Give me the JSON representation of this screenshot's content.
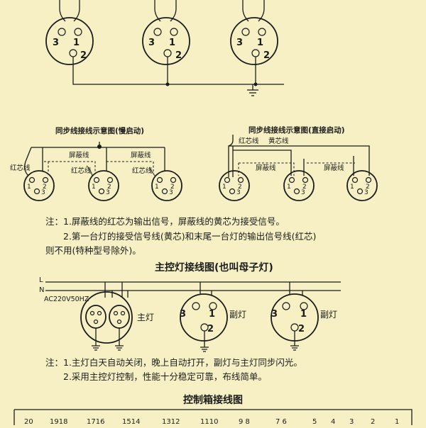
{
  "top_diagram": {
    "connectors": [
      {
        "pin_left": "3",
        "pin_right": "1",
        "pin_bottom": "2"
      },
      {
        "pin_left": "3",
        "pin_right": "1",
        "pin_bottom": "2"
      },
      {
        "pin_left": "3",
        "pin_right": "1",
        "pin_bottom": "2"
      }
    ]
  },
  "sync_slow": {
    "title": "同步线接线示意图(慢启动)",
    "label_red": "红芯线",
    "label_shield": "屏蔽线",
    "label_red2": "红芯线",
    "label_shield2": "屏蔽线",
    "label_red3": "红芯线",
    "pins": [
      "1",
      "2",
      "3"
    ]
  },
  "sync_direct": {
    "title": "同步线接线示意图(直接启动)",
    "label_red": "红芯线",
    "label_yellow": "黄芯线",
    "label_shield": "屏蔽线",
    "label_shield2": "屏蔽线",
    "pins": [
      "1",
      "2",
      "3"
    ]
  },
  "notes1": {
    "line1": "注：1.屏蔽线的红芯为输出信号，屏蔽线的黄芯为接受信号。",
    "line2": "2.第一台灯的接受信号线(黄芯)和末尾一台灯的输出信号线(红芯)",
    "line3": "则不用(特种型号除外)。"
  },
  "master": {
    "title": "主控灯接线图(也叫母子灯)",
    "line_L": "L",
    "line_N": "N",
    "power_label": "AC220V50HZ",
    "main_label": "主灯",
    "sub_label1": "副灯",
    "sub_label2": "副灯",
    "sub_pins": {
      "left": "3",
      "right": "1",
      "bottom": "2"
    }
  },
  "notes2": {
    "line1": "注：1.主灯白天自动关闭，晚上自动打开，副灯与主灯同步闪光。",
    "line2": "2.采用主控灯控制，性能十分稳定可靠，布线简单。"
  },
  "control_box": {
    "title": "控制箱接线图",
    "terminals": [
      "20",
      "1918",
      "1716",
      "1514",
      "1312",
      "1110",
      "9  8",
      "7 6",
      "5",
      "4",
      "3",
      "2",
      "1"
    ]
  }
}
